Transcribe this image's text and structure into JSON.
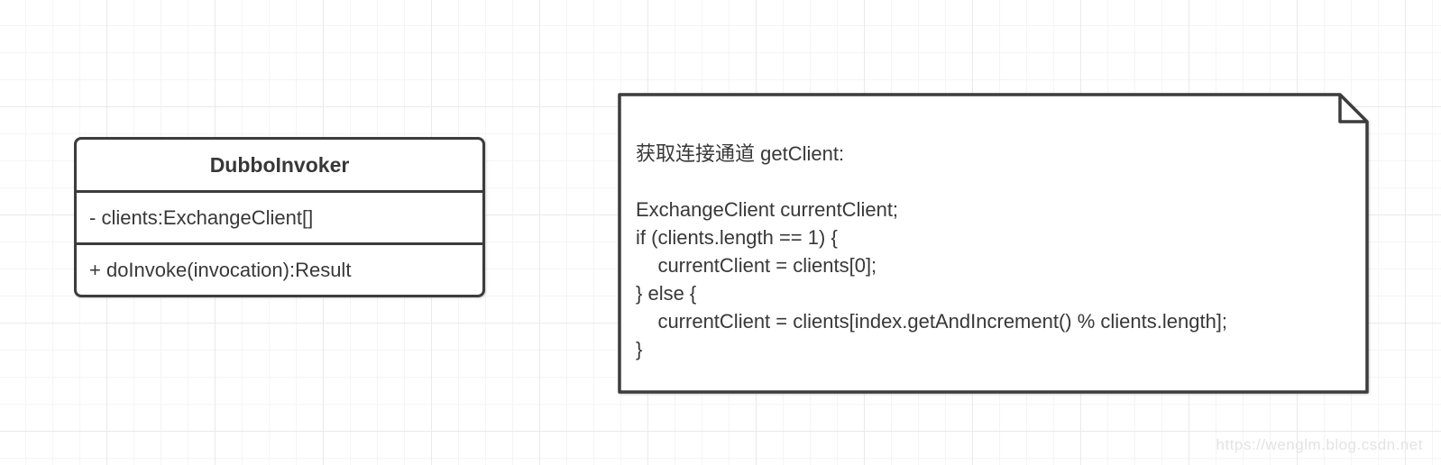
{
  "class_box": {
    "title": "DubboInvoker",
    "attributes": [
      "- clients:ExchangeClient[]"
    ],
    "methods": [
      "+ doInvoke(invocation):Result"
    ]
  },
  "note": {
    "lines": [
      "获取连接通道 getClient:",
      "",
      "ExchangeClient currentClient;",
      "if (clients.length == 1) {",
      "    currentClient = clients[0];",
      "} else {",
      "    currentClient = clients[index.getAndIncrement() % clients.length];",
      "}"
    ]
  },
  "watermark": {
    "text": "https://wenglm.blog.csdn.net"
  },
  "colors": {
    "shape_border": "#3c3c3c",
    "text": "#383838",
    "background": "#ffffff",
    "grid_minor": "#f5f5f5",
    "grid_major": "#eaeaea",
    "watermark": "#e3e3e3"
  }
}
